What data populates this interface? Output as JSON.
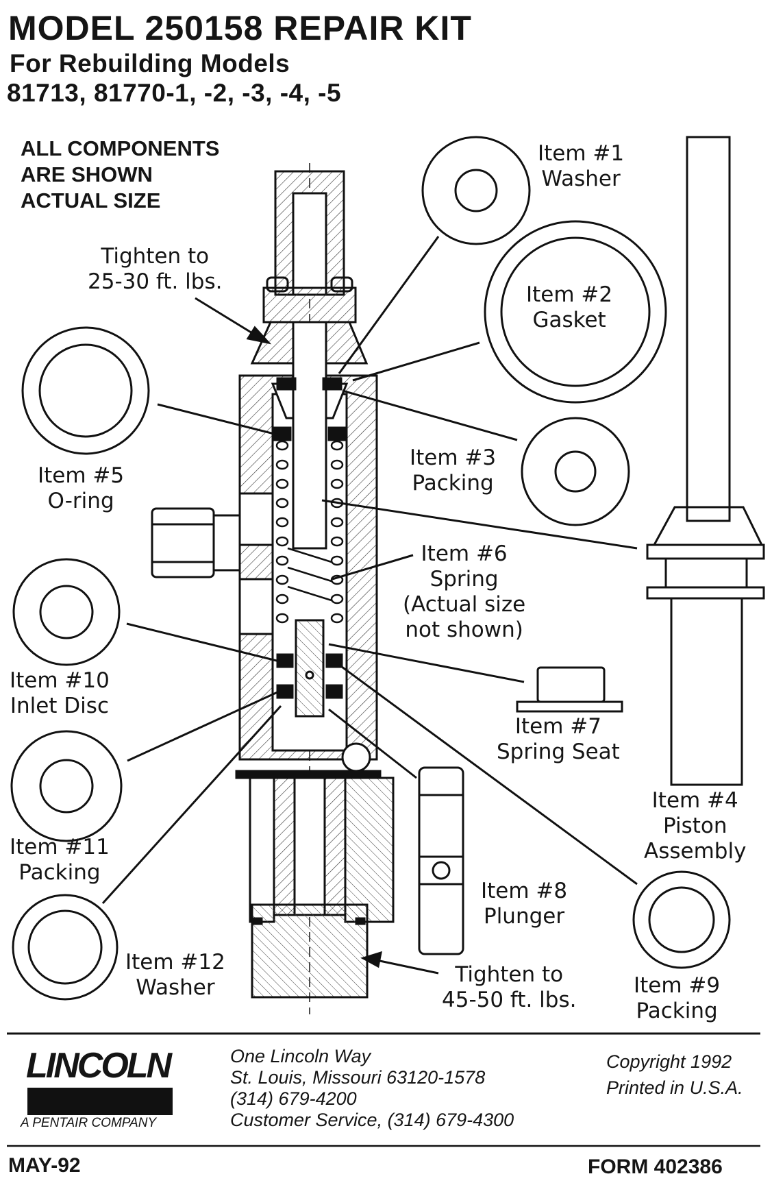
{
  "header": {
    "title": "MODEL 250158 REPAIR KIT",
    "subtitle_line1": "For Rebuilding Models",
    "subtitle_line2": "81713, 81770-1, -2, -3, -4, -5"
  },
  "note": {
    "line1": "ALL COMPONENTS",
    "line2": "ARE SHOWN",
    "line3": "ACTUAL SIZE"
  },
  "torque": {
    "upper_line1": "Tighten to",
    "upper_line2": "25-30 ft. lbs.",
    "lower_line1": "Tighten to",
    "lower_line2": "45-50 ft. lbs."
  },
  "items": [
    {
      "id": "item1",
      "line1": "Item #1",
      "line2": "Washer"
    },
    {
      "id": "item2",
      "line1": "Item #2",
      "line2": "Gasket"
    },
    {
      "id": "item3",
      "line1": "Item #3",
      "line2": "Packing"
    },
    {
      "id": "item4",
      "line1": "Item #4",
      "line2": "Piston",
      "line3": "Assembly"
    },
    {
      "id": "item5",
      "line1": "Item #5",
      "line2": "O-ring"
    },
    {
      "id": "item6",
      "line1": "Item #6",
      "line2": "Spring",
      "line3": "(Actual size",
      "line4": "not shown)"
    },
    {
      "id": "item7",
      "line1": "Item #7",
      "line2": "Spring Seat"
    },
    {
      "id": "item8",
      "line1": "Item #8",
      "line2": "Plunger"
    },
    {
      "id": "item9",
      "line1": "Item #9",
      "line2": "Packing"
    },
    {
      "id": "item10",
      "line1": "Item #10",
      "line2": "Inlet Disc"
    },
    {
      "id": "item11",
      "line1": "Item #11",
      "line2": "Packing"
    },
    {
      "id": "item12",
      "line1": "Item #12",
      "line2": "Washer"
    }
  ],
  "footer": {
    "logo_text": "LINCOLN",
    "logo_sub": "A PENTAIR COMPANY",
    "address_line1": "One Lincoln Way",
    "address_line2": "St. Louis, Missouri 63120-1578",
    "address_line3": "(314) 679-4200",
    "address_line4": "Customer Service, (314) 679-4300",
    "copyright": "Copyright 1992",
    "printed": "Printed in U.S.A.",
    "date": "MAY-92",
    "form": "FORM 402386"
  }
}
